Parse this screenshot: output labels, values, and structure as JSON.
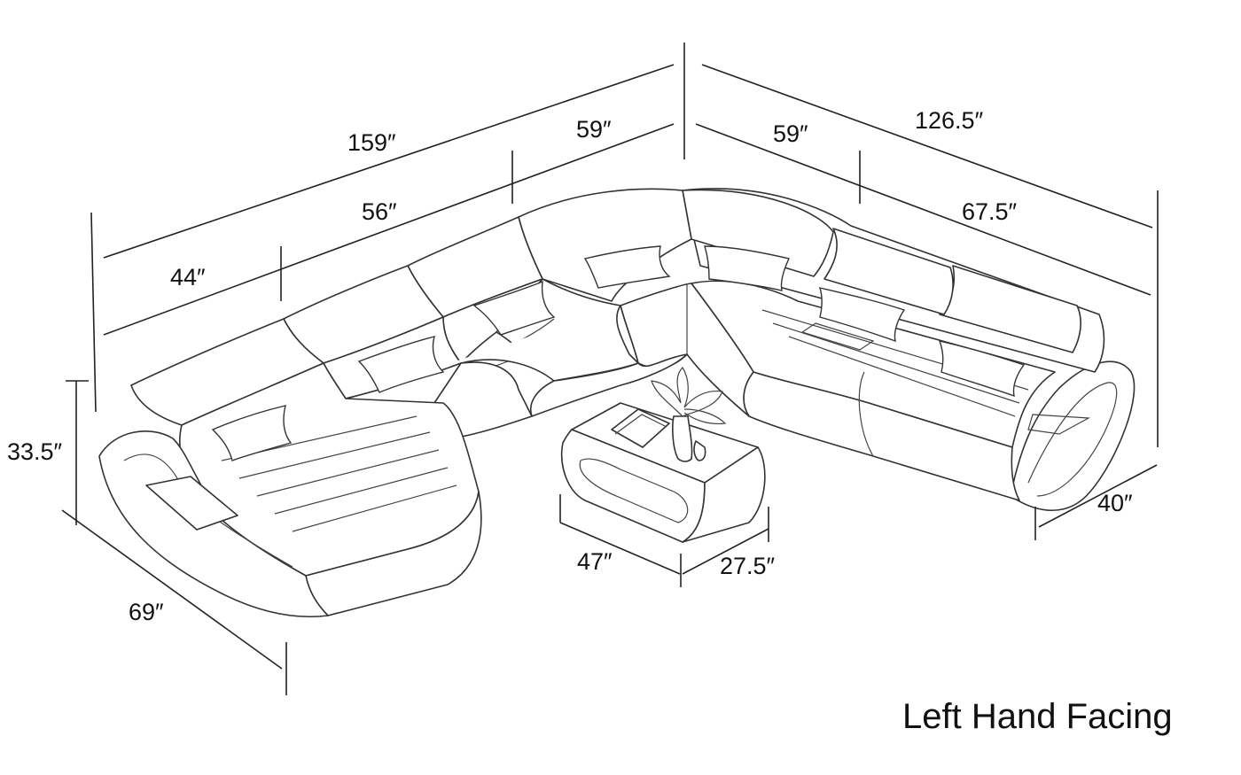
{
  "dimensions": {
    "total_left_length": "159″",
    "total_right_length": "126.5″",
    "left_seg_1": "44″",
    "left_seg_2": "56″",
    "left_seg_3": "59″",
    "right_seg_1": "59″",
    "right_seg_2": "67.5″",
    "height": "33.5″",
    "chaise_length": "69″",
    "right_depth": "40″",
    "table_length": "47″",
    "table_width": "27.5″"
  },
  "caption": "Left Hand Facing"
}
